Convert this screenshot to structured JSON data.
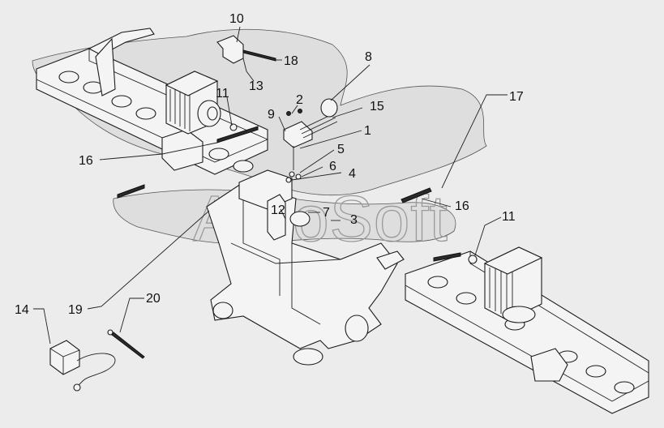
{
  "watermark": "AutoSoft",
  "callouts": [
    {
      "id": "c1",
      "label": "1"
    },
    {
      "id": "c2",
      "label": "2"
    },
    {
      "id": "c3",
      "label": "3"
    },
    {
      "id": "c4",
      "label": "4"
    },
    {
      "id": "c5",
      "label": "5"
    },
    {
      "id": "c6",
      "label": "6"
    },
    {
      "id": "c7",
      "label": "7"
    },
    {
      "id": "c8",
      "label": "8"
    },
    {
      "id": "c9",
      "label": "9"
    },
    {
      "id": "c10",
      "label": "10"
    },
    {
      "id": "c11a",
      "label": "11"
    },
    {
      "id": "c11b",
      "label": "11"
    },
    {
      "id": "c12",
      "label": "12"
    },
    {
      "id": "c13",
      "label": "13"
    },
    {
      "id": "c14",
      "label": "14"
    },
    {
      "id": "c15",
      "label": "15"
    },
    {
      "id": "c16a",
      "label": "16"
    },
    {
      "id": "c16b",
      "label": "16"
    },
    {
      "id": "c17",
      "label": "17"
    },
    {
      "id": "c18",
      "label": "18"
    },
    {
      "id": "c19",
      "label": "19"
    },
    {
      "id": "c20",
      "label": "20"
    }
  ]
}
